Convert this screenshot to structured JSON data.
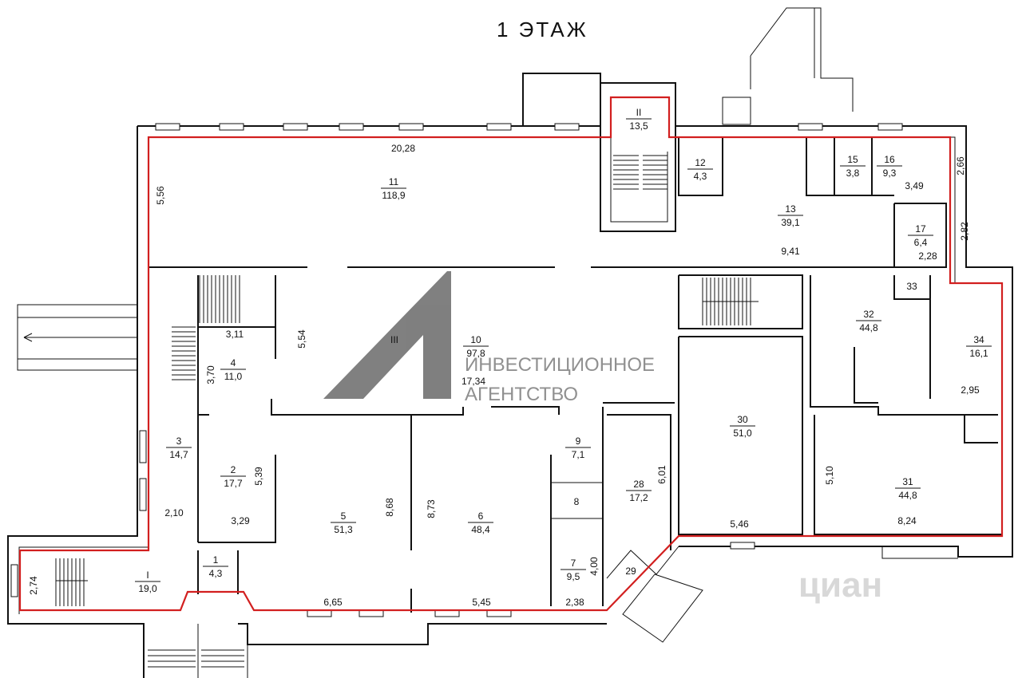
{
  "floor_title": "1 ЭТАЖ",
  "watermark": {
    "line1": "ИНВЕСТИЦИОННОЕ",
    "line2": "АГЕНТСТВО",
    "cian": "циан"
  },
  "rooms": [
    {
      "id": "I",
      "area": "19,0"
    },
    {
      "id": "II",
      "area": "13,5"
    },
    {
      "id": "III",
      "area": ""
    },
    {
      "id": "1",
      "area": "4,3"
    },
    {
      "id": "2",
      "area": "17,7"
    },
    {
      "id": "3",
      "area": "14,7"
    },
    {
      "id": "4",
      "area": "11,0"
    },
    {
      "id": "5",
      "area": "51,3"
    },
    {
      "id": "6",
      "area": "48,4"
    },
    {
      "id": "7",
      "area": "9,5"
    },
    {
      "id": "8",
      "area": ""
    },
    {
      "id": "9",
      "area": "7,1"
    },
    {
      "id": "10",
      "area": "97,8"
    },
    {
      "id": "11",
      "area": "118,9"
    },
    {
      "id": "12",
      "area": "4,3"
    },
    {
      "id": "13",
      "area": "39,1"
    },
    {
      "id": "15",
      "area": "3,8"
    },
    {
      "id": "16",
      "area": "9,3"
    },
    {
      "id": "17",
      "area": "6,4"
    },
    {
      "id": "28",
      "area": "17,2"
    },
    {
      "id": "29",
      "area": ""
    },
    {
      "id": "30",
      "area": "51,0"
    },
    {
      "id": "31",
      "area": "44,8"
    },
    {
      "id": "32",
      "area": "44,8"
    },
    {
      "id": "33",
      "area": ""
    },
    {
      "id": "34",
      "area": "16,1"
    }
  ],
  "dimensions": [
    "20,28",
    "5,56",
    "3,11",
    "5,54",
    "3,70",
    "17,34",
    "5,39",
    "2,10",
    "3,29",
    "8,68",
    "8,73",
    "6,65",
    "5,45",
    "2,38",
    "4,00",
    "6,01",
    "2,74",
    "2,66",
    "3,49",
    "2,82",
    "2,28",
    "9,41",
    "5,46",
    "5,10",
    "8,24",
    "2,95"
  ]
}
